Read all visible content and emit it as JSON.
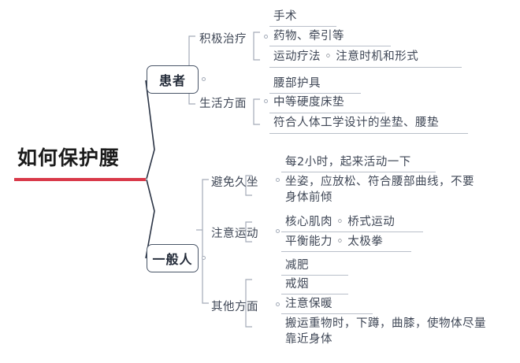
{
  "root": {
    "title": "如何保护腰",
    "underline_color": "#d93a4a"
  },
  "branches": [
    {
      "label": "患者",
      "children": [
        {
          "label": "积极治疗",
          "leaves": [
            {
              "text": "手术"
            },
            {
              "text": "药物、牵引等"
            },
            {
              "text": "运动疗法 ◦  注意时机和形式"
            }
          ]
        },
        {
          "label": "生活方面",
          "leaves": [
            {
              "text": "腰部护具"
            },
            {
              "text": "中等硬度床垫"
            },
            {
              "text": "符合人体工学设计的坐垫、腰垫"
            }
          ]
        }
      ]
    },
    {
      "label": "一般人",
      "children": [
        {
          "label": "避免久坐",
          "leaves": [
            {
              "text": "每2小时，起来活动一下"
            },
            {
              "text": "坐姿，应放松、符合腰部曲线，不要身体前倾"
            }
          ]
        },
        {
          "label": "注意运动",
          "leaves": [
            {
              "text": "核心肌肉 ◦  桥式运动"
            },
            {
              "text": "平衡能力 ◦  太极拳"
            }
          ]
        },
        {
          "label": "其他方面",
          "leaves": [
            {
              "text": "减肥"
            },
            {
              "text": "戒烟"
            },
            {
              "text": "注意保暖"
            },
            {
              "text": "搬运重物时，下蹲，曲膝，使物体尽量靠近身体"
            }
          ]
        }
      ]
    }
  ],
  "colors": {
    "accent": "#d93a4a",
    "node_border": "#4a5668",
    "line": "#2b3445",
    "bracket": "#a3abb8",
    "text": "#3f4756"
  }
}
